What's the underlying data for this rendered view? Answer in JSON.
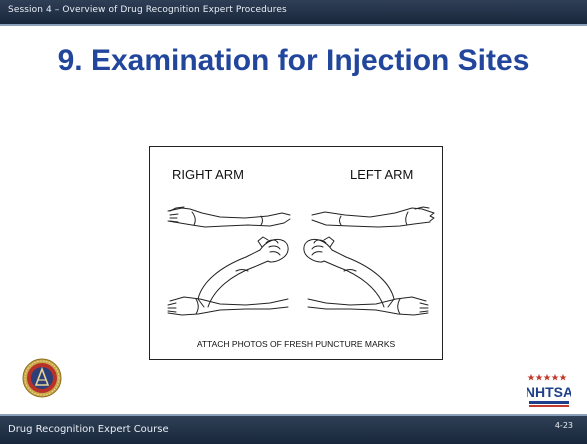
{
  "header": {
    "session_text": "Session 4 – Overview of Drug  Recognition Expert Procedures"
  },
  "slide": {
    "title": "9. Examination for Injection Sites",
    "figure": {
      "right_arm_label": "RIGHT ARM",
      "left_arm_label": "LEFT ARM",
      "caption": "ATTACH PHOTOS OF FRESH PUNCTURE MARKS"
    }
  },
  "footer": {
    "course_name": "Drug Recognition Expert Course",
    "page_number": "4-23"
  },
  "logos": {
    "left_logo": "iacp-seal-icon",
    "right_logo": "nhtsa-logo-icon",
    "right_logo_text": "NHTSA"
  },
  "colors": {
    "title": "#21469c",
    "bars": "#1f2f45",
    "rule": "#8aa0bb"
  }
}
